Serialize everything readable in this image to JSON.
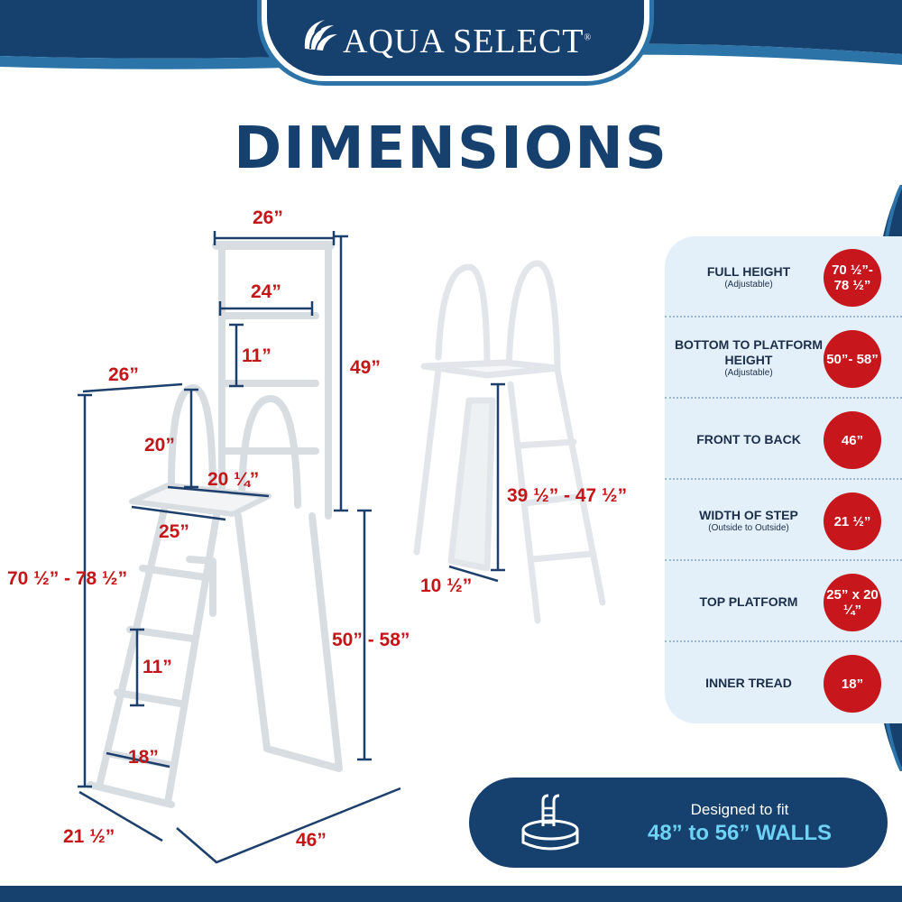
{
  "brand": {
    "name": "AQUA SELECT",
    "registered_mark": "®",
    "color_primary": "#16406e",
    "color_accent": "#c7161c",
    "color_light": "#e3f0f9",
    "color_highlight": "#6ed2f4",
    "logo_icon": "wave-icon"
  },
  "title": "DIMENSIONS",
  "diagram": {
    "labels": {
      "top_width": "26”",
      "inner_top_width": "24”",
      "rung_spacing_top": "11”",
      "upper_height": "49”",
      "handrail_width": "26”",
      "handrail_height": "20”",
      "platform_depth": "20 ¼”",
      "platform_width": "25”",
      "full_height": "70 ½” - 78 ½”",
      "rung_spacing": "11”",
      "tread_width": "18”",
      "bottom_height": "50” - 58”",
      "step_width": "21 ½”",
      "front_to_back": "46”",
      "barrier_height": "39 ½” - 47 ½”",
      "barrier_depth": "10 ½”"
    }
  },
  "specs": [
    {
      "name": "FULL HEIGHT",
      "note": "(Adjustable)",
      "value": "70 ½”- 78 ½”"
    },
    {
      "name": "BOTTOM TO PLATFORM HEIGHT",
      "note": "(Adjustable)",
      "value": "50”- 58”"
    },
    {
      "name": "FRONT TO BACK",
      "note": "",
      "value": "46”"
    },
    {
      "name": "WIDTH OF STEP",
      "note": "(Outside to Outside)",
      "value": "21 ½”"
    },
    {
      "name": "TOP PLATFORM",
      "note": "",
      "value": "25” x 20 ¼”"
    },
    {
      "name": "INNER TREAD",
      "note": "",
      "value": "18”"
    }
  ],
  "fit": {
    "line1": "Designed to fit",
    "line2": "48” to 56” WALLS",
    "icon": "pool-ladder-icon"
  }
}
